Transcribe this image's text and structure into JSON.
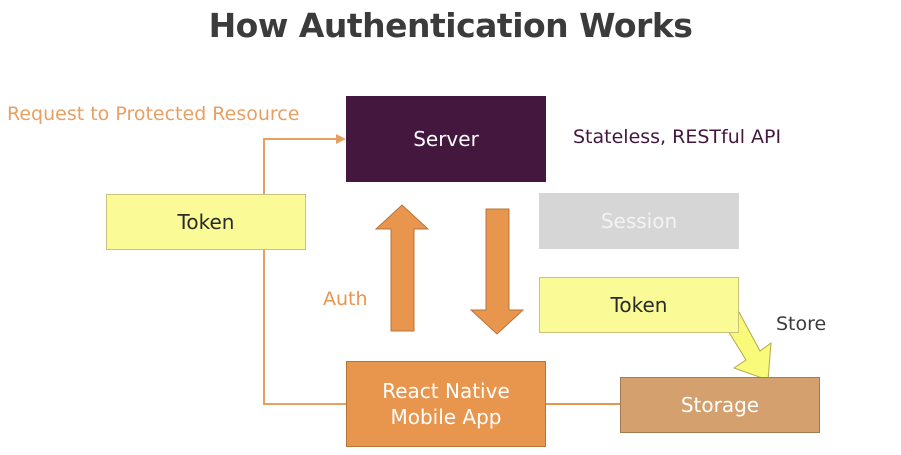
{
  "title": "How Authentication Works",
  "nodes": {
    "server": "Server",
    "session": "Session",
    "token_left": "Token",
    "token_right": "Token",
    "app_line1": "React Native",
    "app_line2": "Mobile App",
    "storage": "Storage"
  },
  "labels": {
    "request": "Request to Protected Resource",
    "api": "Stateless, RESTful API",
    "auth": "Auth",
    "store": "Store"
  },
  "colors": {
    "server": "#44173f",
    "token": "#fafa96",
    "app": "#e8954e",
    "storage": "#d3a06e",
    "session": "#d6d6d6",
    "connector": "#e8a062"
  }
}
